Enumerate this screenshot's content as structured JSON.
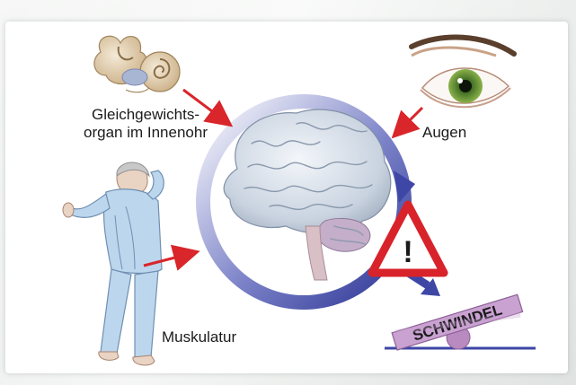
{
  "labels": {
    "ear": "Gleichgewichts-\norgan im Innenohr",
    "eyes": "Augen",
    "muscles": "Muskulatur",
    "dizziness": "SCHWINDEL"
  },
  "warning_symbol": "!",
  "icons": [
    "inner-ear-icon",
    "eye-icon",
    "person-icon",
    "brain-icon",
    "warning-icon",
    "seesaw-icon"
  ],
  "colors": {
    "arrow_red": "#d9262b",
    "circle_blue": "#3e46a6",
    "seesaw_purple": "#b98ac0",
    "warning_red": "#d8232a"
  }
}
